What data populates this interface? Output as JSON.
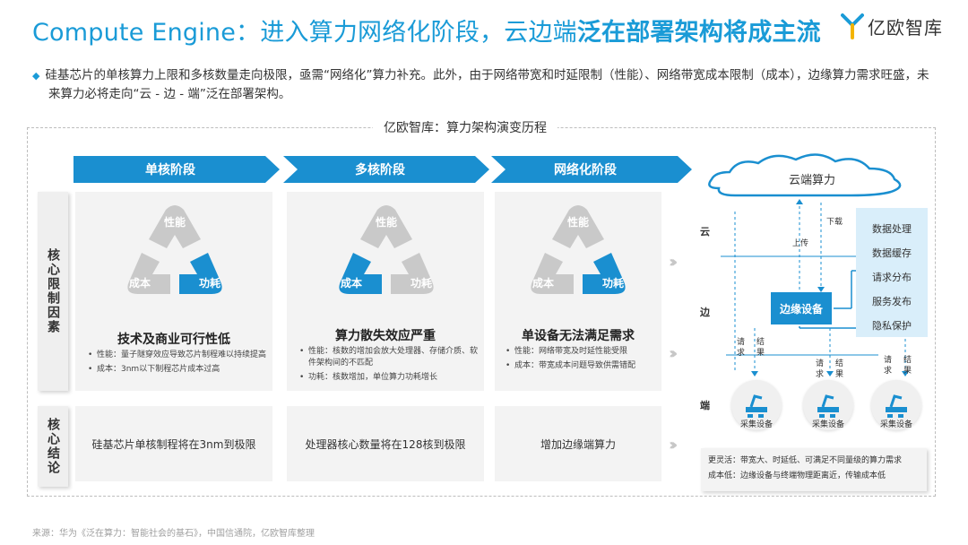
{
  "header": {
    "title_plain": "Compute Engine：进入算力网络化阶段，云边端",
    "title_bold": "泛在部署架构将成主流",
    "logo_text": "亿欧智库"
  },
  "bullet": "硅基芯片的单核算力上限和多核数量走向极限，亟需“网络化”算力补充。此外，由于网络带宽和时延限制（性能）、网络带宽成本限制（成本），边缘算力需求旺盛，未来算力必将走向“云 - 边 - 端”泛在部署架构。",
  "frame_title": "亿欧智库：算力架构演变历程",
  "stages": [
    {
      "label": "单核阶段",
      "highlight": "功耗",
      "tri": {
        "performance": "性能",
        "cost": "成本",
        "power": "功耗"
      },
      "title": "技术及商业可行性低",
      "points": [
        "性能：量子隧穿效应导致芯片制程难以持续提高",
        "成本：3nm以下制程芯片成本过高"
      ],
      "conclusion": "硅基芯片单核制程将在3nm到极限"
    },
    {
      "label": "多核阶段",
      "highlight": "成本",
      "tri": {
        "performance": "性能",
        "cost": "成本",
        "power": "功耗"
      },
      "title": "算力散失效应严重",
      "points": [
        "性能：核数的增加会放大处理器、存储介质、软件架构间的不匹配",
        "功耗：核数增加，单位算力功耗增长"
      ],
      "conclusion": "处理器核心数量将在128核到极限"
    },
    {
      "label": "网络化阶段",
      "highlight": "功耗",
      "tri": {
        "performance": "性能",
        "cost": "成本",
        "power": "功耗"
      },
      "title": "单设备无法满足需求",
      "points": [
        "性能：网络带宽及时延性能受限",
        "成本：带宽成本问题导致供需错配"
      ],
      "conclusion": "增加边缘端算力"
    }
  ],
  "side_labels": {
    "factors": "核心限制因素",
    "conclusion": "核心结论"
  },
  "architecture": {
    "cloud": "云端算力",
    "tiers": {
      "cloud": "云",
      "edge": "边",
      "end": "端"
    },
    "download": "下载",
    "upload": "上传",
    "edge_device": "边缘设备",
    "services": [
      "数据处理",
      "数据缓存",
      "请求分布",
      "服务发布",
      "隐私保护"
    ],
    "req": "请求",
    "res": "结果",
    "device_label": "采集设备",
    "notes": [
      "更灵活：带宽大、时延低、可满足不同量级的算力需求",
      "成本低：边缘设备与终端物理距离近，传输成本低"
    ]
  },
  "colors": {
    "accent": "#1a8fd0",
    "gray": "#c9c9c9",
    "panel": "#f3f3f3"
  },
  "source": "来源：华为《泛在算力：智能社会的基石》，中国信通院，亿欧智库整理"
}
